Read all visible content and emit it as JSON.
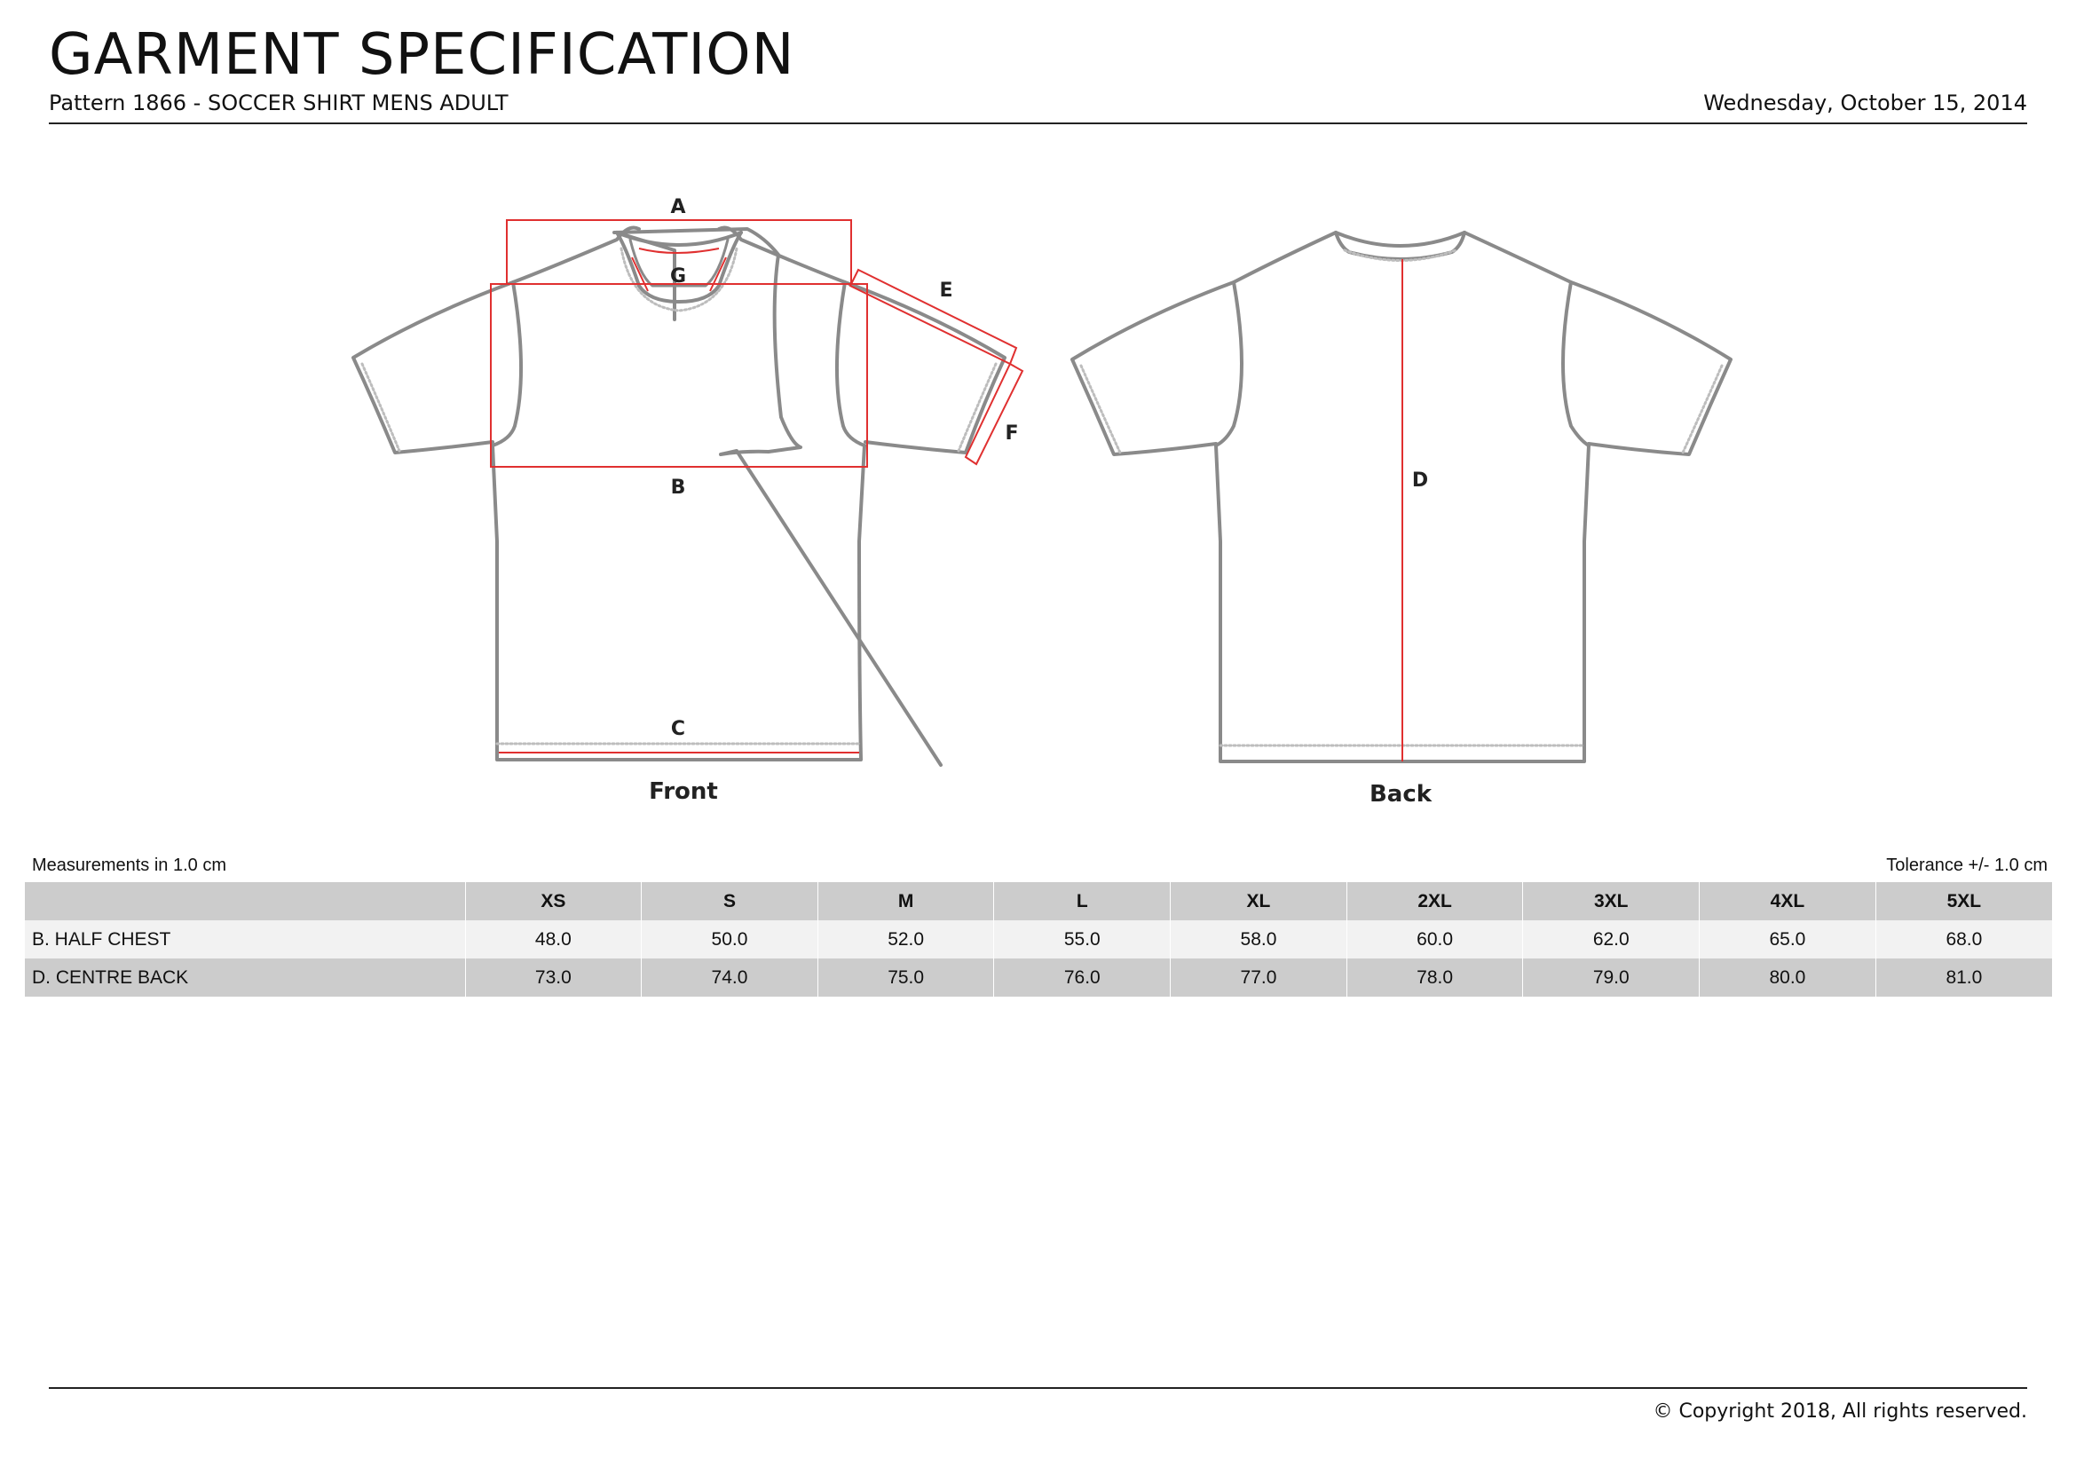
{
  "header": {
    "title": "GARMENT SPECIFICATION",
    "subtitle": "Pattern 1866 - SOCCER SHIRT MENS ADULT",
    "date": "Wednesday, October 15, 2014"
  },
  "diagram": {
    "labels": {
      "a": "A",
      "b": "B",
      "c": "C",
      "d": "D",
      "e": "E",
      "f": "F",
      "g": "G"
    },
    "front_caption": "Front",
    "back_caption": "Back",
    "colors": {
      "outline": "#8a8a8a",
      "measure": "#e03030"
    }
  },
  "measurements_note": "Measurements in 1.0 cm",
  "tolerance_note": "Tolerance +/- 1.0 cm",
  "size_table": {
    "header_label": "",
    "sizes": [
      "XS",
      "S",
      "M",
      "L",
      "XL",
      "2XL",
      "3XL",
      "4XL",
      "5XL"
    ],
    "rows": [
      {
        "label": "B. HALF CHEST",
        "values": [
          "48.0",
          "50.0",
          "52.0",
          "55.0",
          "58.0",
          "60.0",
          "62.0",
          "65.0",
          "68.0"
        ]
      },
      {
        "label": "D. CENTRE BACK",
        "values": [
          "73.0",
          "74.0",
          "75.0",
          "76.0",
          "77.0",
          "78.0",
          "79.0",
          "80.0",
          "81.0"
        ]
      }
    ]
  },
  "footer": {
    "copyright": "© Copyright 2018, All rights reserved."
  }
}
